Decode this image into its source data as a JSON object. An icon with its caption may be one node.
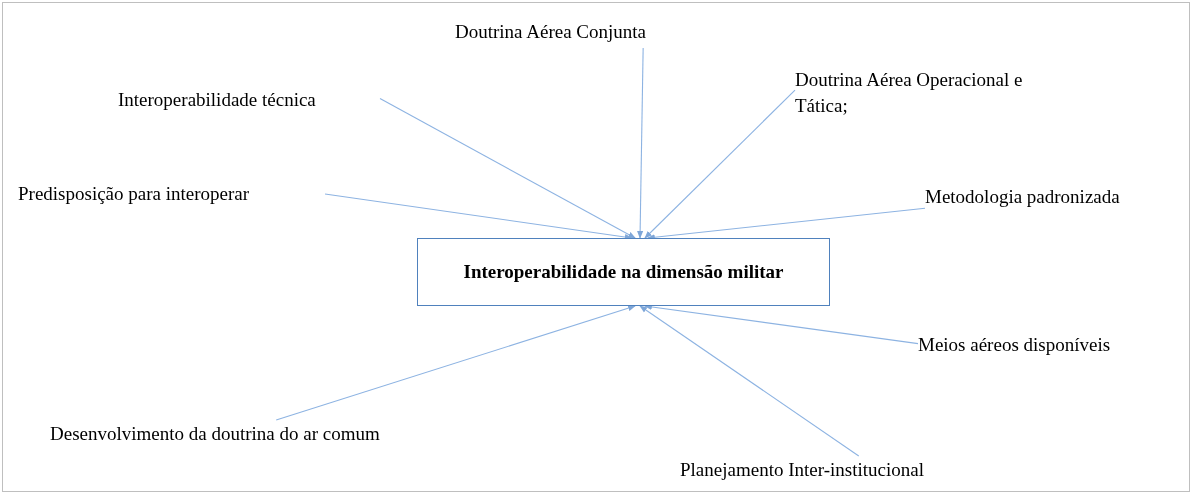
{
  "diagram": {
    "nodes": [
      {
        "text": [
          "Doutrina Aérea Conjunta"
        ]
      },
      {
        "text": [
          "Doutrina Aérea Operacional e Tática;"
        ]
      },
      {
        "text": [
          "Interoperabilidade técnica"
        ]
      },
      {
        "text": [
          "Predisposição para interoperar"
        ]
      },
      {
        "text": [
          "Metodologia padronizada"
        ]
      },
      {
        "text": [
          "Interoperabilidade na dimensão militar"
        ]
      },
      {
        "text": [
          "Meios aéreos disponíveis"
        ]
      },
      {
        "text": [
          "Desenvolvimento da doutrina do ar comum"
        ]
      },
      {
        "text": [
          "Planejamento Inter-institucional"
        ]
      }
    ],
    "edges": [
      {
        "from": 0,
        "to": 5,
        "arrow": "to"
      },
      {
        "from": 1,
        "to": 5,
        "arrow": "to"
      },
      {
        "from": 2,
        "to": 5,
        "arrow": "to"
      },
      {
        "from": 3,
        "to": 5,
        "arrow": "to"
      },
      {
        "from": 4,
        "to": 5,
        "arrow": "to"
      },
      {
        "from": 6,
        "to": 5,
        "arrow": "to"
      },
      {
        "from": 7,
        "to": 5,
        "arrow": "to"
      },
      {
        "from": 8,
        "to": 5,
        "arrow": "to"
      }
    ]
  }
}
